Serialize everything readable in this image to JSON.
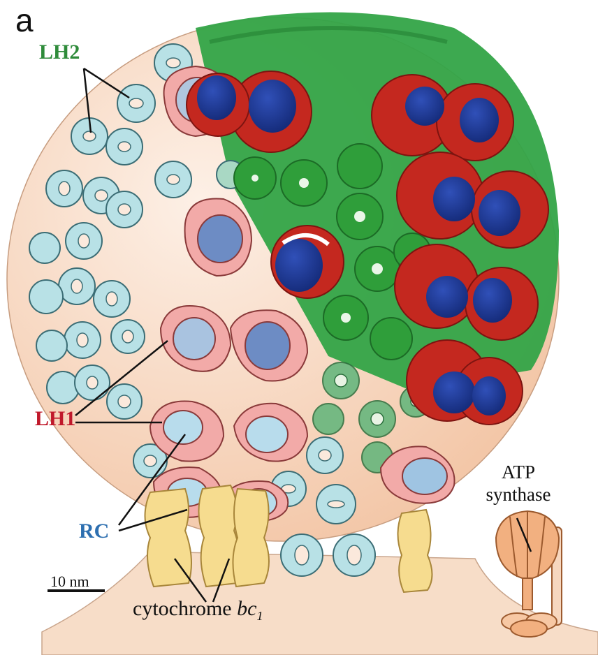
{
  "panel_label": "a",
  "labels": {
    "lh2": "LH2",
    "lh1": "LH1",
    "rc": "RC",
    "atp_line1": "ATP",
    "atp_line2": "synthase",
    "cyto_main": "cytochrome ",
    "cyto_italic": "bc",
    "cyto_sub": "1",
    "scale": "10 nm"
  },
  "colors": {
    "lh2_label": "#2e8b3a",
    "lh1_label": "#c0192b",
    "rc_label": "#2d6fb0",
    "membrane": "#f6d4bd",
    "lh2_ring": "#b8e1e6",
    "lh1_ring": "#f2aaa8",
    "atomic_green": "#2f9e3a",
    "atomic_red": "#c4281f",
    "atomic_blue": "#1f3f9a",
    "bc1": "#f6dc8f",
    "atp_synthase": "#f2b080"
  }
}
